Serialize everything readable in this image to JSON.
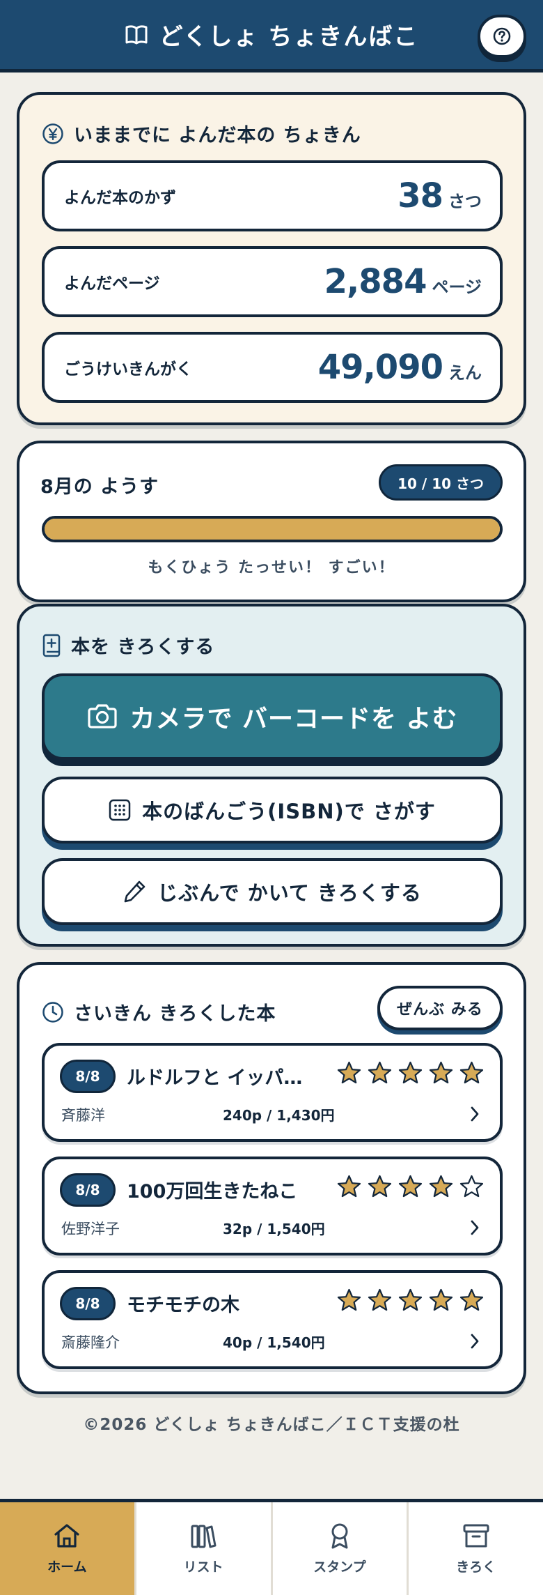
{
  "header": {
    "title": "どくしょ ちょきんばこ"
  },
  "savings": {
    "title": "いままでに よんだ本の ちょきん",
    "rows": [
      {
        "label": "よんだ本のかず",
        "value": "38",
        "unit": "さつ"
      },
      {
        "label": "よんだページ",
        "value": "2,884",
        "unit": "ページ"
      },
      {
        "label": "ごうけいきんがく",
        "value": "49,090",
        "unit": "えん"
      }
    ]
  },
  "month": {
    "title": "8月の ようす",
    "badge": "10 / 10 さつ",
    "progress": 1.0,
    "message": "もくひょう たっせい！ すごい！"
  },
  "record": {
    "title": "本を きろくする",
    "camera_label": "カメラで バーコードを よむ",
    "isbn_label": "本のばんごう(ISBN)で さがす",
    "manual_label": "じぶんで かいて きろくする"
  },
  "recent": {
    "title": "さいきん きろくした本",
    "all_label": "ぜんぶ みる",
    "books": [
      {
        "date": "8/8",
        "title": "ルドルフと イッパ…",
        "author": "斉藤洋",
        "meta": "240p / 1,430円",
        "rating": 5
      },
      {
        "date": "8/8",
        "title": "100万回生きたねこ",
        "author": "佐野洋子",
        "meta": "32p / 1,540円",
        "rating": 4
      },
      {
        "date": "8/8",
        "title": "モチモチの木",
        "author": "斎藤隆介",
        "meta": "40p / 1,540円",
        "rating": 5
      }
    ]
  },
  "footer": {
    "text": "©2026 どくしょ ちょきんばこ／ＩＣＴ支援の杜"
  },
  "tabs": [
    {
      "label": "ホーム",
      "icon": "home-icon",
      "active": true
    },
    {
      "label": "リスト",
      "icon": "books-icon",
      "active": false
    },
    {
      "label": "スタンプ",
      "icon": "award-icon",
      "active": false
    },
    {
      "label": "きろく",
      "icon": "archive-icon",
      "active": false
    }
  ],
  "colors": {
    "navy": "#1d4a70",
    "teal": "#2d7a8b",
    "gold": "#d7aa56",
    "cream": "#faf3e6",
    "mint": "#e3eff1",
    "background": "#f1efe9"
  }
}
